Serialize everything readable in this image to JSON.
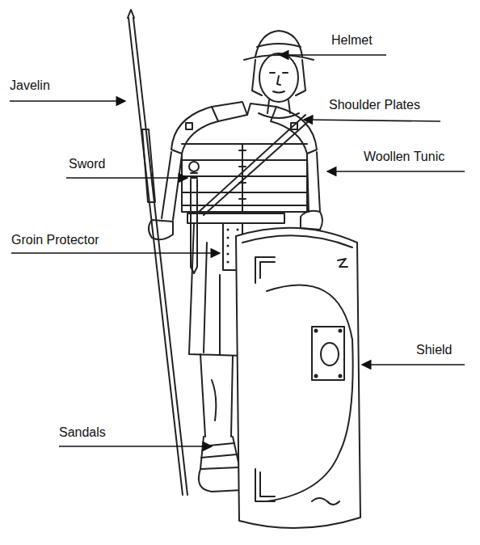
{
  "diagram": {
    "labels": [
      "Helmet",
      "Javelin",
      "Shoulder Plates",
      "Sword",
      "Woollen Tunic",
      "Groin Protector",
      "Shield",
      "Sandals"
    ]
  }
}
